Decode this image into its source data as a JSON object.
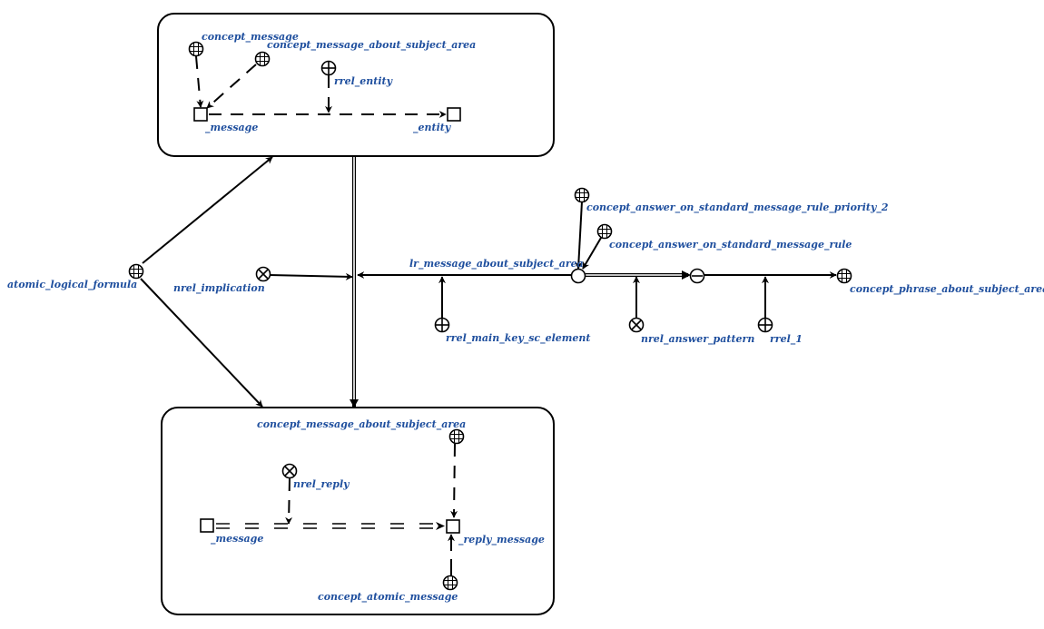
{
  "labels": {
    "concept_message": "concept_message",
    "concept_message_about_subject_area_top": "concept_message_about_subject_area",
    "rrel_entity": "rrel_entity",
    "message_top": "_message",
    "entity": "_entity",
    "atomic_logical_formula": "atomic_logical_formula",
    "nrel_implication": "nrel_implication",
    "lr_message_about_subject_area": "lr_message_about_subject_area",
    "rrel_main_key_sc_element": "rrel_main_key_sc_element",
    "concept_answer_priority_2": "concept_answer_on_standard_message_rule_priority_2",
    "concept_answer_rule": "concept_answer_on_standard_message_rule",
    "nrel_answer_pattern": "nrel_answer_pattern",
    "rrel_1": "rrel_1",
    "concept_phrase_about_subject_area": "concept_phrase_about_subject_area",
    "concept_message_about_subject_area_bottom": "concept_message_about_subject_area",
    "nrel_reply": "nrel_reply",
    "message_bottom": "_message",
    "reply_message": "_reply_message",
    "concept_atomic_message": "concept_atomic_message"
  },
  "icons": {
    "class_node": "grid-circle-icon",
    "role_node": "plus-circle-icon",
    "norole_node": "cross-circle-icon",
    "variable_node": "square-icon",
    "link_node": "circle-icon",
    "tuple_node": "minus-circle-icon"
  }
}
